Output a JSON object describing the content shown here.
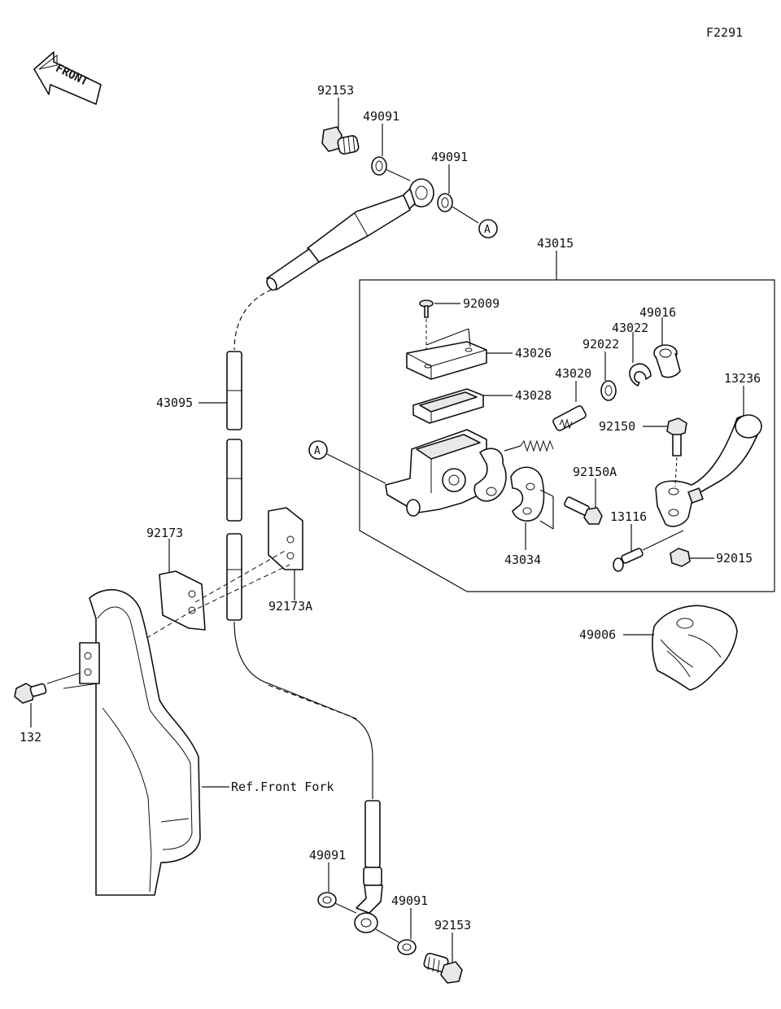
{
  "figure_code": "F2291",
  "front_arrow_label": "FRONT",
  "ref_label": "Ref.Front Fork",
  "callout_letter": "A",
  "assembly_number": "43015",
  "part_numbers": {
    "bolt_upper": "92153",
    "washer_upper_1": "49091",
    "washer_upper_2": "49091",
    "hose": "43095",
    "clamp_left": "92173",
    "clamp_right": "92173A",
    "bolt_clamp": "132",
    "screw_cap": "92009",
    "cap": "43026",
    "diaphragm": "43028",
    "piston": "43020",
    "washer_piston": "92022",
    "circlip": "43022",
    "boot": "49016",
    "lever": "13236",
    "pivot_bolt": "92150",
    "holder_bolt": "92150A",
    "holder": "43034",
    "adjuster": "13116",
    "nut": "92015",
    "cover": "49006",
    "washer_lower_1": "49091",
    "washer_lower_2": "49091",
    "bolt_lower": "92153"
  }
}
